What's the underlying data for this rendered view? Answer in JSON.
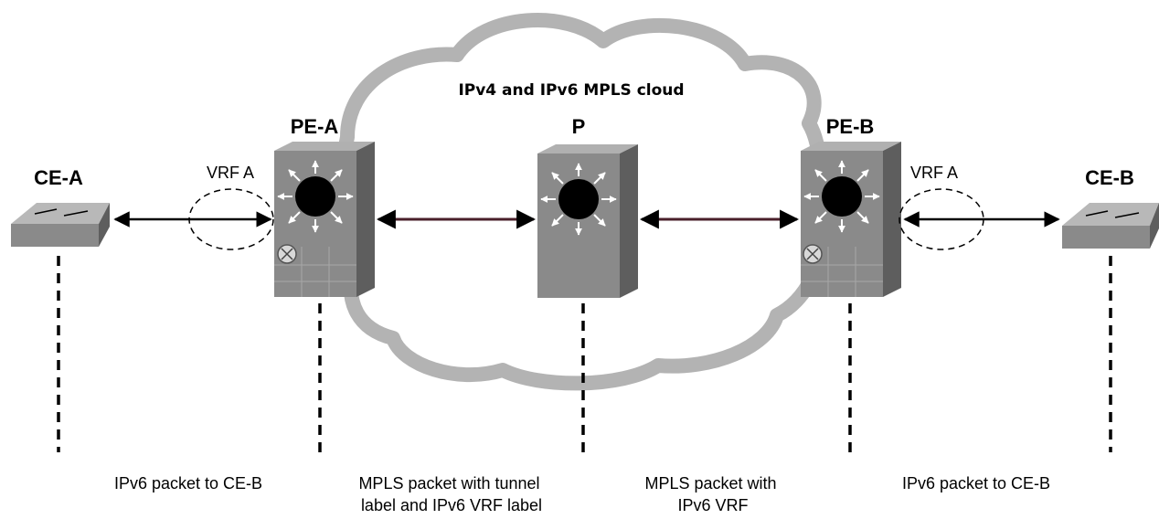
{
  "cloud": {
    "label": "IPv4 and IPv6 MPLS cloud"
  },
  "devices": {
    "ce_a": "CE-A",
    "pe_a": "PE-A",
    "p": "P",
    "pe_b": "PE-B",
    "ce_b": "CE-B"
  },
  "vrf": {
    "left": "VRF A",
    "right": "VRF A"
  },
  "captions": {
    "c1": [
      "IPv6 packet to CE-B"
    ],
    "c2": [
      "MPLS packet with tunnel",
      "label and IPv6 VRF label"
    ],
    "c3": [
      "MPLS packet with",
      "IPv6 VRF"
    ],
    "c4": [
      "IPv6 packet to CE-B"
    ]
  },
  "colors": {
    "cloud": "#b3b3b3",
    "device_front": "#8a8a8a",
    "device_side": "#5e5e5e",
    "device_top": "#b0b0b0",
    "core_link": "#4a1f2a",
    "edge_link": "#000000"
  }
}
